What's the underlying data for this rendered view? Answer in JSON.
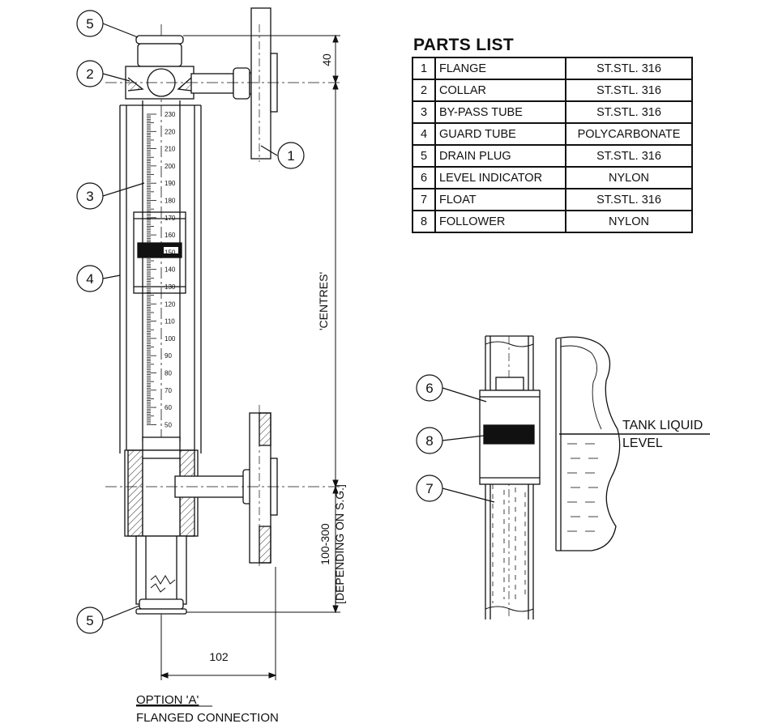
{
  "parts_list": {
    "title": "PARTS LIST",
    "rows": [
      {
        "no": "1",
        "part": "FLANGE",
        "material": "ST.STL. 316"
      },
      {
        "no": "2",
        "part": "COLLAR",
        "material": "ST.STL. 316"
      },
      {
        "no": "3",
        "part": "BY-PASS TUBE",
        "material": "ST.STL. 316"
      },
      {
        "no": "4",
        "part": "GUARD TUBE",
        "material": "POLYCARBONATE"
      },
      {
        "no": "5",
        "part": "DRAIN PLUG",
        "material": "ST.STL. 316"
      },
      {
        "no": "6",
        "part": "LEVEL INDICATOR",
        "material": "NYLON"
      },
      {
        "no": "7",
        "part": "FLOAT",
        "material": "ST.STL. 316"
      },
      {
        "no": "8",
        "part": "FOLLOWER",
        "material": "NYLON"
      }
    ]
  },
  "balloons": {
    "top_plug": "5",
    "collar": "2",
    "flange": "1",
    "bypass_tube": "3",
    "guard_tube": "4",
    "drain_plug": "5",
    "level_indicator": "6",
    "follower": "8",
    "float": "7"
  },
  "scale": {
    "labels": [
      "230",
      "220",
      "210",
      "200",
      "190",
      "180",
      "170",
      "160",
      "150",
      "140",
      "130",
      "120",
      "110",
      "100",
      "90",
      "80",
      "70",
      "60",
      "50"
    ]
  },
  "dimensions": {
    "top_offset": "40",
    "centres": "'CENTRES'",
    "bottom_range": "100-300",
    "bottom_note": "[DEPENDING ON S.G.]",
    "width": "102"
  },
  "caption": {
    "line1": "OPTION  'A'",
    "line2": "FLANGED CONNECTION"
  },
  "detail": {
    "tank_label_line1": "TANK LIQUID",
    "tank_label_line2": "LEVEL"
  }
}
